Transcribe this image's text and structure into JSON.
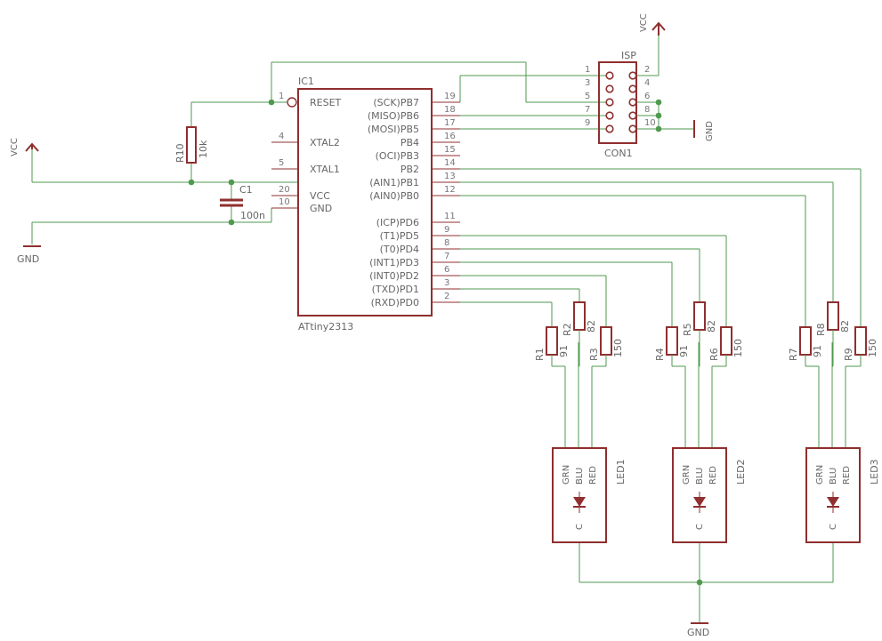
{
  "ic": {
    "name": "IC1",
    "value": "ATtiny2313",
    "left_pins": [
      {
        "num": "1",
        "label": "RESET"
      },
      {
        "num": "4",
        "label": "XTAL2"
      },
      {
        "num": "5",
        "label": "XTAL1"
      },
      {
        "num": "20",
        "label": "VCC"
      },
      {
        "num": "10",
        "label": "GND"
      }
    ],
    "right_pins": [
      {
        "num": "19",
        "label": "(SCK)PB7"
      },
      {
        "num": "18",
        "label": "(MISO)PB6"
      },
      {
        "num": "17",
        "label": "(MOSI)PB5"
      },
      {
        "num": "16",
        "label": "PB4"
      },
      {
        "num": "15",
        "label": "(OCI)PB3"
      },
      {
        "num": "14",
        "label": "PB2"
      },
      {
        "num": "13",
        "label": "(AIN1)PB1"
      },
      {
        "num": "12",
        "label": "(AIN0)PB0"
      },
      {
        "num": "11",
        "label": "(ICP)PD6"
      },
      {
        "num": "9",
        "label": "(T1)PD5"
      },
      {
        "num": "8",
        "label": "(T0)PD4"
      },
      {
        "num": "7",
        "label": "(INT1)PD3"
      },
      {
        "num": "6",
        "label": "(INT0)PD2"
      },
      {
        "num": "3",
        "label": "(TXD)PD1"
      },
      {
        "num": "2",
        "label": "(RXD)PD0"
      }
    ]
  },
  "isp": {
    "title": "ISP",
    "name": "CON1",
    "left_pins": [
      "1",
      "3",
      "5",
      "7",
      "9"
    ],
    "right_pins": [
      "2",
      "4",
      "6",
      "8",
      "10"
    ]
  },
  "power": {
    "vcc": "VCC",
    "gnd": "GND"
  },
  "r10": {
    "name": "R10",
    "value": "10k"
  },
  "c1": {
    "name": "C1",
    "value": "100n"
  },
  "resistors": [
    {
      "name": "R1",
      "value": "91"
    },
    {
      "name": "R2",
      "value": "82"
    },
    {
      "name": "R3",
      "value": "150"
    },
    {
      "name": "R4",
      "value": "91"
    },
    {
      "name": "R5",
      "value": "82"
    },
    {
      "name": "R6",
      "value": "150"
    },
    {
      "name": "R7",
      "value": "91"
    },
    {
      "name": "R8",
      "value": "82"
    },
    {
      "name": "R9",
      "value": "150"
    }
  ],
  "leds": [
    {
      "name": "LED1",
      "pins": [
        "GRN",
        "BLU",
        "RED"
      ],
      "common": "C"
    },
    {
      "name": "LED2",
      "pins": [
        "GRN",
        "BLU",
        "RED"
      ],
      "common": "C"
    },
    {
      "name": "LED3",
      "pins": [
        "GRN",
        "BLU",
        "RED"
      ],
      "common": "C"
    }
  ]
}
